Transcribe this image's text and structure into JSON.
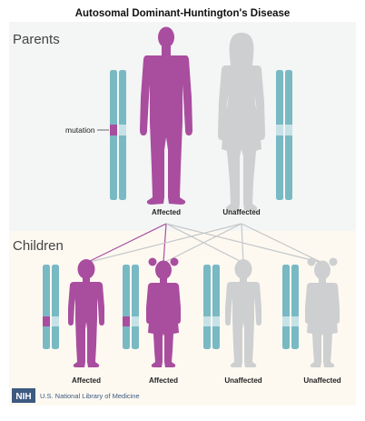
{
  "diagram": {
    "title": "Autosomal Dominant-Huntington's Disease",
    "colors": {
      "affected": "#a94d9f",
      "unaffected": "#cdcfd0",
      "chromosome": "#79b9c4",
      "chromosome_band": "#c6e2e7",
      "mutation": "#a94d9f",
      "parents_bg": "#f4f5f5",
      "children_bg": "#fdf9f1",
      "text": "#222222"
    },
    "parents": {
      "heading": "Parents",
      "mutation_label": "mutation",
      "father": {
        "label": "Affected",
        "status": "affected"
      },
      "mother": {
        "label": "Unaffected",
        "status": "unaffected"
      }
    },
    "children": {
      "heading": "Children",
      "items": [
        {
          "label": "Affected",
          "status": "affected",
          "sex": "boy"
        },
        {
          "label": "Affected",
          "status": "affected",
          "sex": "girl"
        },
        {
          "label": "Unaffected",
          "status": "unaffected",
          "sex": "boy"
        },
        {
          "label": "Unaffected",
          "status": "unaffected",
          "sex": "girl"
        }
      ]
    },
    "credit": {
      "logo_text": "NIH",
      "text": "U.S. National Library of Medicine"
    }
  }
}
